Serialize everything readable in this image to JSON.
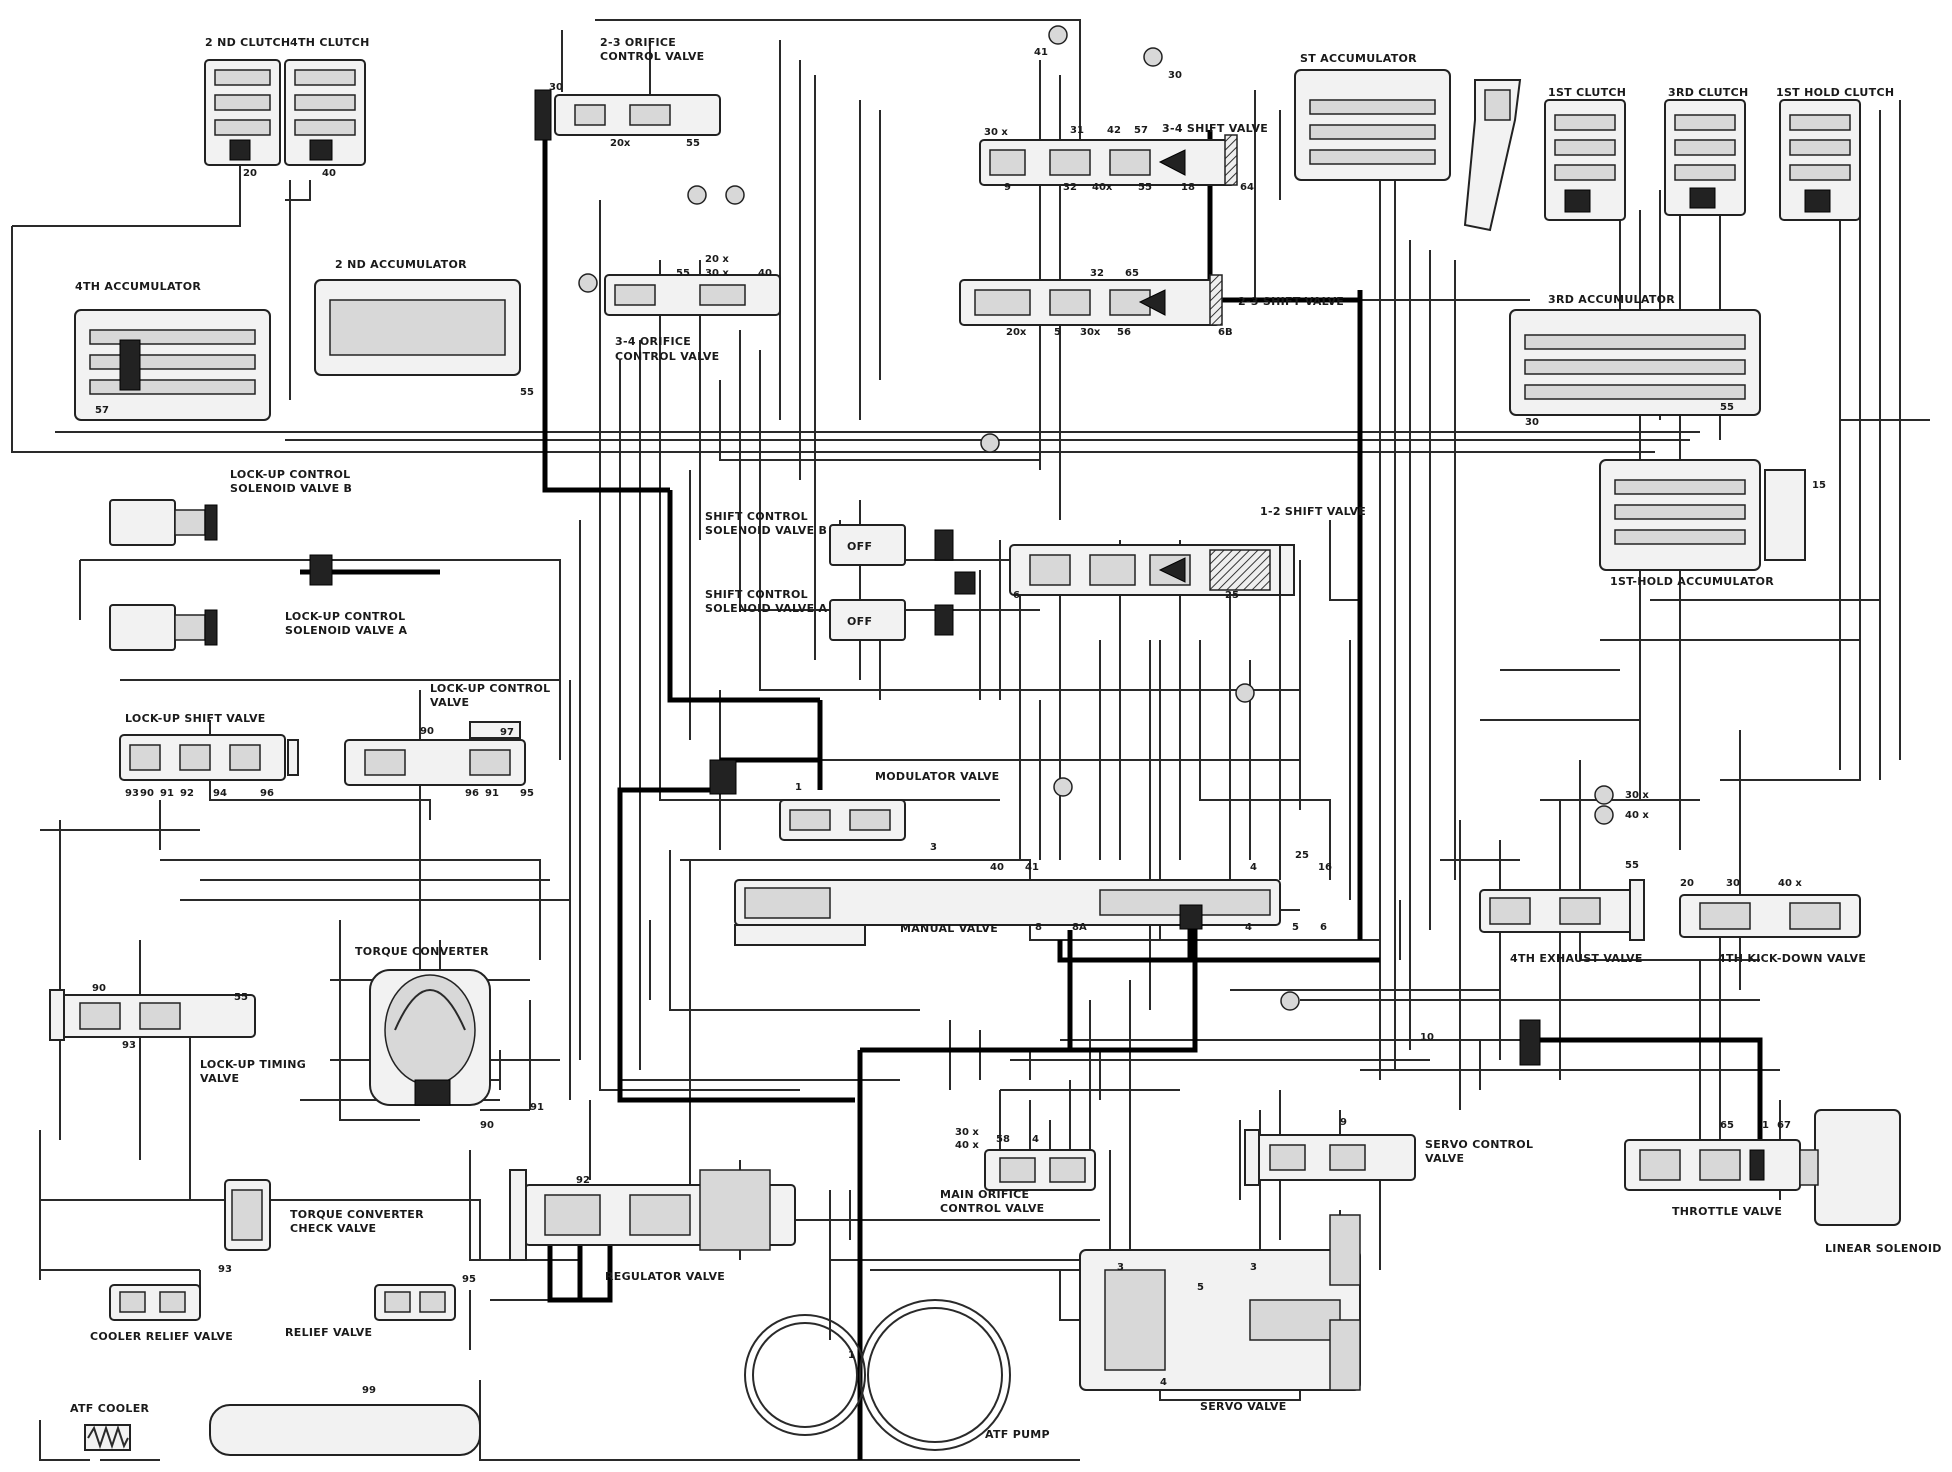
{
  "components": {
    "second_clutch": "2 ND CLUTCH",
    "fourth_clutch": "4TH CLUTCH",
    "orifice_23": "2-3 ORIFICE",
    "orifice_23_line2": "CONTROL VALVE",
    "accumulator_st": "ST ACCUMULATOR",
    "first_clutch": "1ST CLUTCH",
    "third_clutch": "3RD CLUTCH",
    "first_hold_clutch": "1ST HOLD CLUTCH",
    "shift_34": "3-4 SHIFT VALVE",
    "accumulator_4th": "4TH ACCUMULATOR",
    "accumulator_2nd": "2 ND ACCUMULATOR",
    "shift_23": "2-3 SHIFT VALVE",
    "orifice_34": "3-4 ORIFICE",
    "orifice_34_line2": "CONTROL VALVE",
    "accumulator_3rd": "3RD ACCUMULATOR",
    "lockup_sol_b": "LOCK-UP CONTROL",
    "lockup_sol_b_line2": "SOLENOID VALVE B",
    "shift_12": "1-2 SHIFT VALVE",
    "shift_sol_b": "SHIFT CONTROL",
    "shift_sol_b_line2": "SOLENOID VALVE B",
    "shift_sol_a": "SHIFT CONTROL",
    "shift_sol_a_line2": "SOLENOID VALVE A",
    "first_hold_accumulator": "1ST-HOLD ACCUMULATOR",
    "lockup_sol_a": "LOCK-UP CONTROL",
    "lockup_sol_a_line2": "SOLENOID VALVE A",
    "lockup_shift": "LOCK-UP SHIFT VALVE",
    "lockup_control": "LOCK-UP CONTROL",
    "lockup_control_line2": "VALVE",
    "modulator": "MODULATOR VALVE",
    "manual": "MANUAL VALVE",
    "exhaust_4th": "4TH EXHAUST VALVE",
    "kickdown_4th": "4TH KICK-DOWN VALVE",
    "torque_converter": "TORQUE CONVERTER",
    "lockup_timing": "LOCK-UP TIMING",
    "lockup_timing_line2": "VALVE",
    "main_orifice": "MAIN ORIFICE",
    "main_orifice_line2": "CONTROL VALVE",
    "servo_control": "SERVO CONTROL",
    "servo_control_line2": "VALVE",
    "throttle": "THROTTLE VALVE",
    "linear_solenoid": "LINEAR SOLENOID",
    "tc_check": "TORQUE CONVERTER",
    "tc_check_line2": "CHECK VALVE",
    "regulator": "REGULATOR VALVE",
    "cooler_relief": "COOLER RELIEF VALVE",
    "relief": "RELIEF VALVE",
    "atf_cooler": "ATF COOLER",
    "atf_pump": "ATF PUMP",
    "servo": "SERVO VALVE"
  },
  "solenoid_state": {
    "off_b": "OFF",
    "off_a": "OFF"
  },
  "ports": [
    "20",
    "40",
    "30",
    "41",
    "30",
    "20x",
    "55",
    "30 x",
    "31",
    "42",
    "57",
    "9",
    "32",
    "40x",
    "55",
    "18",
    "64",
    "20 x",
    "30 x",
    "40",
    "55",
    "32",
    "65",
    "20x",
    "5",
    "30x",
    "56",
    "6B",
    "57",
    "55",
    "30",
    "55",
    "15",
    "6",
    "25",
    "1",
    "3",
    "40",
    "41",
    "8",
    "8A",
    "4",
    "25",
    "16",
    "4",
    "5",
    "6",
    "55",
    "30 x",
    "40 x",
    "20",
    "30",
    "40 x",
    "90",
    "96",
    "97",
    "93",
    "91",
    "92",
    "94",
    "90",
    "91",
    "96",
    "95",
    "90",
    "55",
    "93",
    "91",
    "90",
    "92",
    "93",
    "95",
    "99",
    "10",
    "65",
    "67",
    "1",
    "30 x",
    "40 x",
    "58",
    "4",
    "3",
    "1",
    "3",
    "5",
    "9",
    "4"
  ]
}
